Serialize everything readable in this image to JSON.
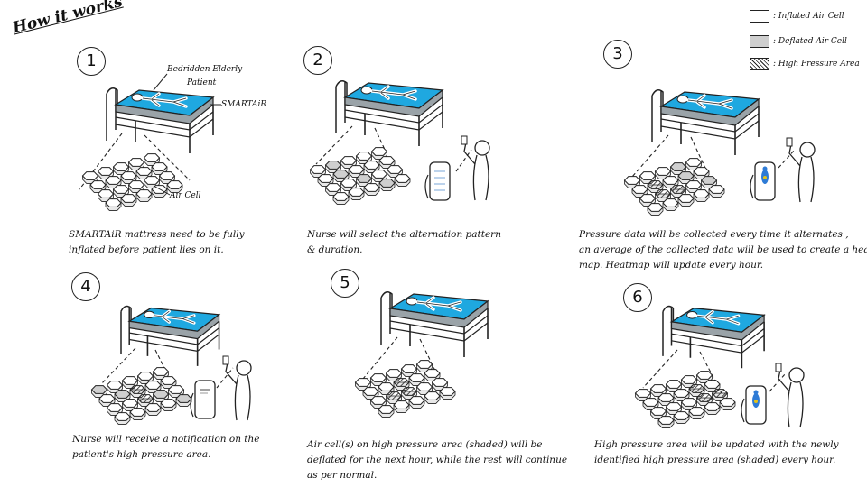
{
  "title": "How it works",
  "legend": [
    {
      "type": "inflated",
      "label": ": Inflated Air Cell"
    },
    {
      "type": "deflated",
      "label": ": Deflated Air Cell"
    },
    {
      "type": "hatch",
      "label": ": High Pressure Area"
    }
  ],
  "colors": {
    "mattress": "#1fa8e0",
    "mattress_side": "#9aa3a8",
    "deflated": "#cfcfcf",
    "line": "#222222"
  },
  "labels": {
    "patient_line1": "Bedridden Elderly",
    "patient_line2": "Patient",
    "product": "SMARTAiR",
    "air_cell": "Air Cell"
  },
  "steps": [
    {
      "num": "1",
      "caption": [
        "SMARTAiR mattress need to be fully",
        "inflated before patient lies on it."
      ]
    },
    {
      "num": "2",
      "caption": [
        "Nurse will select the alternation pattern",
        "&  duration."
      ]
    },
    {
      "num": "3",
      "caption": [
        "Pressure data will be collected every time it alternates ,",
        "an average of the collected data will be used to create a heat",
        "map. Heatmap will update every hour."
      ]
    },
    {
      "num": "4",
      "caption": [
        "Nurse will receive a notification on the",
        "patient's high pressure area."
      ]
    },
    {
      "num": "5",
      "caption": [
        "Air cell(s) on high pressure area (shaded) will be",
        "deflated for the next hour, while the rest will continue",
        "as per normal."
      ]
    },
    {
      "num": "6",
      "caption": [
        "High pressure area will be updated with the newly",
        "identified high pressure area (shaded) every hour."
      ]
    }
  ]
}
